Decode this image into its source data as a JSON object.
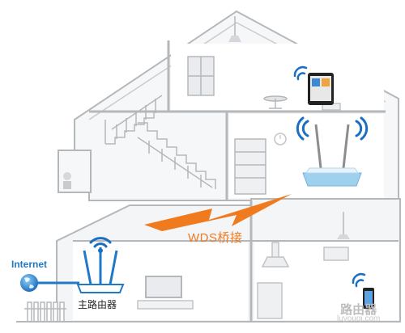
{
  "labels": {
    "internet": "Internet",
    "wds_bridge": "WDS桥接",
    "main_router": "主路由器"
  },
  "watermark": {
    "title": "路由器",
    "url": "luyouqi.com"
  },
  "colors": {
    "outline": "#b5b8bb",
    "house_fill": "#f6f7f8",
    "wall_fill": "#ffffff",
    "accent_blue": "#1f78c8",
    "signal_blue": "#1a6fc2",
    "bolt_orange": "#f07a1e",
    "router_blue": "#9fd0ee"
  },
  "icons": [
    "globe-icon",
    "wifi-signal-icon",
    "tablet-icon",
    "phone-icon",
    "lightning-bolt-icon",
    "router-icon",
    "tv-icon"
  ]
}
